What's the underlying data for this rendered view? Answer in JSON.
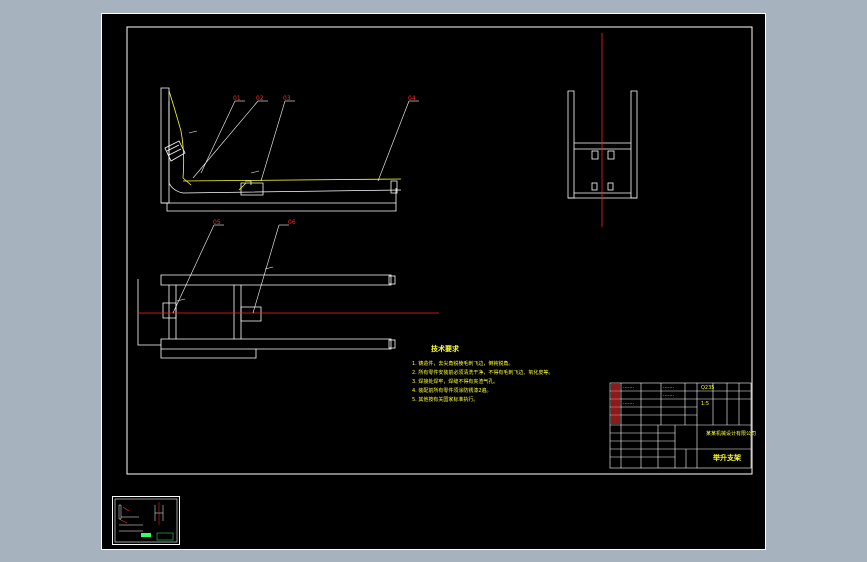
{
  "drawing": {
    "balloons": [
      "01",
      "02",
      "03",
      "04",
      "05",
      "06"
    ],
    "tech_title": "技术要求",
    "tech_notes": [
      "1. 铸造件，去尖角锐棱毛刺飞边，倒钝锐角。",
      "2. 所有零件安装前必须清洗干净，不得有毛刺飞边、氧化皮等。",
      "3. 焊接处焊牢，焊缝不得有夹渣气孔。",
      "4. 装配前所有零件须涂防锈漆2遍。",
      "5. 其他按有关国家标准执行。"
    ],
    "title_block": {
      "company": "某某机械设计有限公司",
      "title": "举升支架",
      "material": "Q235",
      "scale": "1:5"
    }
  },
  "thumbnail": {
    "label": "layout-thumbnail"
  }
}
